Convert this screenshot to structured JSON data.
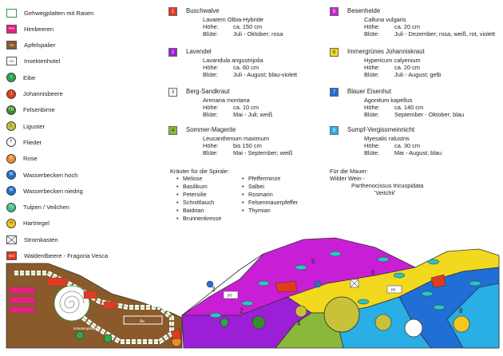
{
  "legend": [
    {
      "key": "gehweg",
      "label": "Gehwegplatten mit Rasen",
      "shape": "rect",
      "fill": "#ffffff",
      "stroke": "#2e9e3a",
      "text": ""
    },
    {
      "key": "himbeeren",
      "label": "Himbeeren",
      "shape": "rect",
      "fill": "#e8217c",
      "stroke": "#555",
      "text": "Hm"
    },
    {
      "key": "apfel",
      "label": "Apfelspalier",
      "shape": "rect",
      "fill": "#8a5a2b",
      "stroke": "#555",
      "text": "As"
    },
    {
      "key": "insekten",
      "label": "Insektenhotel",
      "shape": "rect",
      "fill": "#ffffff",
      "stroke": "#555",
      "text": "IH"
    },
    {
      "key": "eibe",
      "label": "Eibe",
      "shape": "circle",
      "fill": "#2ea84a",
      "stroke": "#444",
      "text": "×"
    },
    {
      "key": "johannis",
      "label": "Johannisbeere",
      "shape": "circle",
      "fill": "#e23a1e",
      "stroke": "#444",
      "text": "J"
    },
    {
      "key": "felsenbirne",
      "label": "Felsenbirne",
      "shape": "circle",
      "fill": "#3a8a2e",
      "stroke": "#444",
      "text": "FB"
    },
    {
      "key": "liguster",
      "label": "Liguster",
      "shape": "circle",
      "fill": "#c8c23a",
      "stroke": "#444",
      "text": "L"
    },
    {
      "key": "flieder",
      "label": "Flieder",
      "shape": "circle",
      "fill": "#ffffff",
      "stroke": "#444",
      "text": "F"
    },
    {
      "key": "rose",
      "label": "Rose",
      "shape": "circle",
      "fill": "#f08a2a",
      "stroke": "#444",
      "text": "R"
    },
    {
      "key": "wasserhoch",
      "label": "Wasserbecken hoch",
      "shape": "circle",
      "fill": "#1f6fd6",
      "stroke": "#444",
      "text": "W"
    },
    {
      "key": "wasserniedrig",
      "label": "Wasserbecken niedrig",
      "shape": "circle",
      "fill": "#1f6fd6",
      "stroke": "#444",
      "text": "W"
    },
    {
      "key": "tulpen",
      "label": "Tulpen / Veilchen",
      "shape": "circle",
      "fill": "#3fbf8a",
      "stroke": "#444",
      "text": "TV"
    },
    {
      "key": "hartriegel",
      "label": "Hartriegel",
      "shape": "circle",
      "fill": "#f2c81e",
      "stroke": "#444",
      "text": "H"
    },
    {
      "key": "strom",
      "label": "Stromkasten",
      "shape": "cross",
      "fill": "#ffffff",
      "stroke": "#555",
      "text": ""
    },
    {
      "key": "walderdbeere",
      "label": "Walderdbeere - Fragoria Vesca",
      "shape": "rect",
      "fill": "#e23a1e",
      "stroke": "#555",
      "text": "Wd"
    }
  ],
  "plants": [
    {
      "num": "1",
      "color": "#e23a1e",
      "name": "Buschwalve",
      "latin": "Lavatern Olbia-Hybride",
      "hoehe_label": "Höhe:",
      "hoehe": "ca. 150 cm",
      "bluete_label": "Blüte:",
      "bluete": "Juli - Oktober; rosa"
    },
    {
      "num": "2",
      "color": "#9b1fd6",
      "name": "Lavendel",
      "latin": "Lavandula angustrijolia",
      "hoehe_label": "Höhe:",
      "hoehe": "ca. 60 cm",
      "bluete_label": "Blüte:",
      "bluete": "Juli - August; blau-violett"
    },
    {
      "num": "3",
      "color": "#ffffff",
      "name": "Berg-Sandkraut",
      "latin": "Arenaria montana",
      "hoehe_label": "Höhe:",
      "hoehe": "ca. 10 cm",
      "bluete_label": "Blüte:",
      "bluete": "Mai - Juli; weiß"
    },
    {
      "num": "4",
      "color": "#8ab83a",
      "name": "Sommer-Magerite",
      "latin": "Leucanthenum maximum",
      "hoehe_label": "Höhe:",
      "hoehe": "bis 150 cm",
      "bluete_label": "Blüte:",
      "bluete": "Mai - September; weiß"
    },
    {
      "num": "5",
      "color": "#c81fd6",
      "name": "Besenheide",
      "latin": "Calluna vulgaris",
      "hoehe_label": "Höhe:",
      "hoehe": "ca. 20 cm",
      "bluete_label": "Blüte:",
      "bluete": "Juli - Dezember; rosa, weiß, rot, violett"
    },
    {
      "num": "6",
      "color": "#f2d81e",
      "name": "Immergrünes Johanniskraut",
      "latin": "Hypericum calyenium",
      "hoehe_label": "Höhe:",
      "hoehe": "ca. 20 cm",
      "bluete_label": "Blüte:",
      "bluete": "Juli - August; gelb"
    },
    {
      "num": "7",
      "color": "#1f6fd6",
      "name": "Blauer Eisenhut",
      "latin": "Agonitum kapellus",
      "hoehe_label": "Höhe:",
      "hoehe": "ca. 140 cm",
      "bluete_label": "Blüte:",
      "bluete": "September - Oktober; blau"
    },
    {
      "num": "8",
      "color": "#29aee6",
      "name": "Sumpf-Vergissmeinnicht",
      "latin": "Myesalis ralustris",
      "hoehe_label": "Höhe:",
      "hoehe": "ca. 30 cm",
      "bluete_label": "Blüte:",
      "bluete": "Mai - August; blau"
    }
  ],
  "herbs": {
    "title": "Kräuter für die Spirale:",
    "col1": [
      "Melisse",
      "Basilikum",
      "Petersilie",
      "Schnittlauch",
      "Baidrian",
      "Brunnenkresse"
    ],
    "col2": [
      "Pfefferminze",
      "Salbei",
      "Rosmarin",
      "Felsenmauerpfeffer",
      "Thymian"
    ]
  },
  "mauer": {
    "title": "Für die Mauer:",
    "line1": "Wilder Wein -",
    "line2": "Parthenocissus tricuspidata",
    "line3": "'Veitchii'"
  },
  "plan": {
    "spiral_label": "Kräuterspirale",
    "apfel_label": "As",
    "ih_label": "IH",
    "zone_numbers": [
      "2",
      "3",
      "4",
      "5",
      "6",
      "8"
    ],
    "colors": {
      "path": "#8a5a2b",
      "path_edge": "#2e9e3a",
      "zone2": "#9b1fd6",
      "zone4": "#8ab83a",
      "zone5": "#c81fd6",
      "zone6": "#f2d81e",
      "zone7": "#1f6fd6",
      "zone8": "#29aee6"
    }
  }
}
